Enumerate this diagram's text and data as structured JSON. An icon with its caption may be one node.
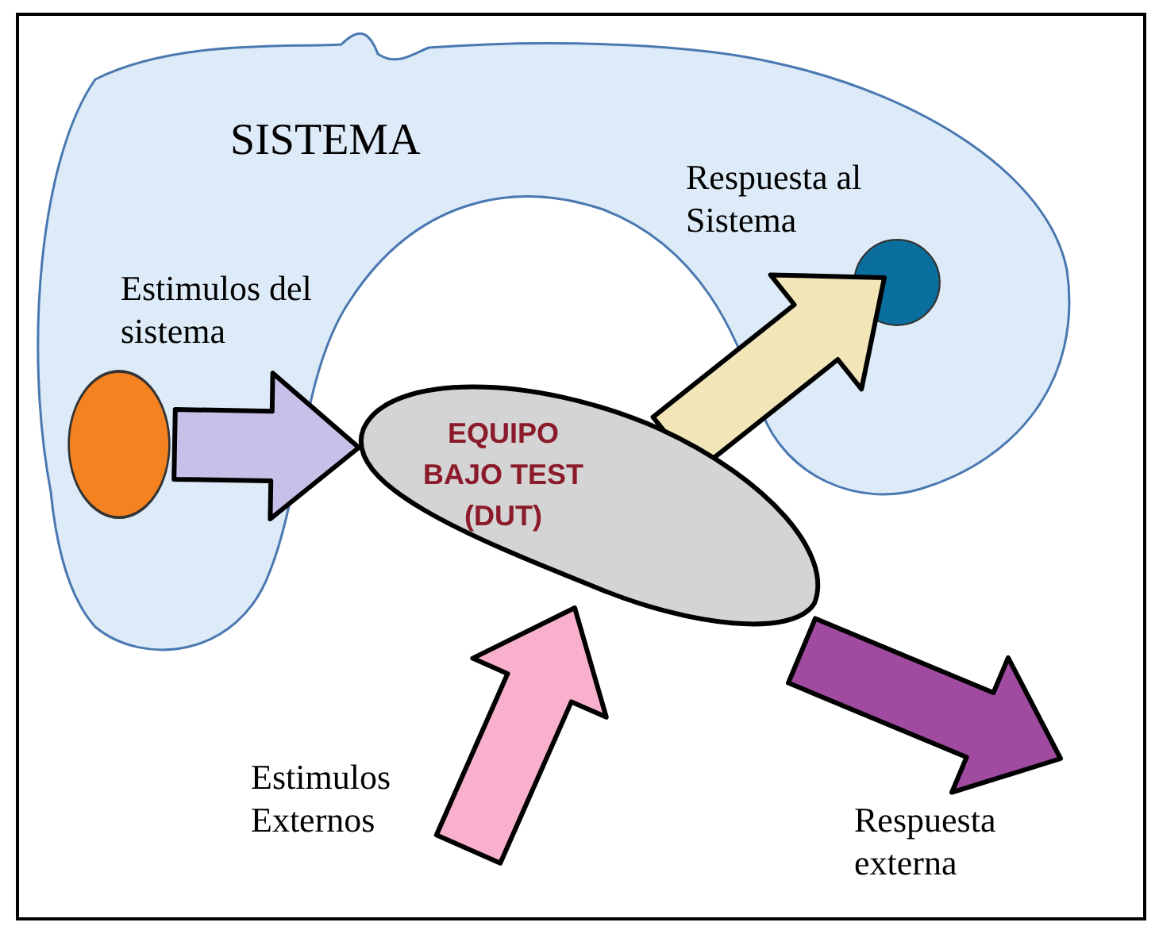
{
  "diagram": {
    "nodes": [
      {
        "text": [
          "SISTEMA"
        ]
      },
      {
        "text": [],
        "shape": "circle",
        "in": 0
      },
      {
        "text": [
          "EQUIPO BAJO TEST (DUT)"
        ]
      },
      {
        "text": [],
        "shape": "circle",
        "in": 0
      }
    ],
    "edges": [
      {
        "from": 1,
        "to": 2,
        "arrow": "to",
        "label": "Estimulos del sistema",
        "style": "thick",
        "color": "#c8c0e8"
      },
      {
        "from": 2,
        "to": 3,
        "arrow": "to",
        "label": "Respuesta al Sistema",
        "style": "thick",
        "color": "#f2e6b8"
      },
      {
        "from": null,
        "to": 2,
        "arrow": "to",
        "label": "Estimulos Externos",
        "style": "thick",
        "color": "#f8b0cc"
      },
      {
        "from": 2,
        "to": null,
        "arrow": "to",
        "label": "Respuesta externa",
        "style": "thick",
        "color": "#a04aa0"
      }
    ]
  }
}
